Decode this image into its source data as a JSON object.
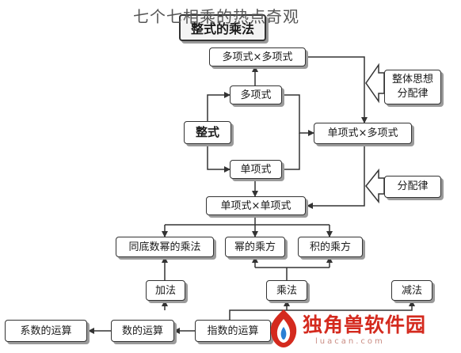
{
  "overlay_title": "七个七相乘的热点奇观",
  "title": "整式的乘法",
  "nodes": {
    "poly_poly": "多项式×多项式",
    "poly": "多项式",
    "zhengshi": "整式",
    "mono": "单项式",
    "mono_poly": "单项式×多项式",
    "mono_mono": "单项式×单项式",
    "same_base": "同底数幂的乘法",
    "power_power": "幂的乘方",
    "product_power": "积的乘方",
    "add": "加法",
    "mult": "乘法",
    "sub": "减法",
    "coef_op": "系数的运算",
    "num_op": "数的运算",
    "exp_op": "指数的运算"
  },
  "hints": {
    "top_line1": "整体思想",
    "top_line2": "分配律",
    "bottom": "分配律"
  },
  "watermark": {
    "text": "独角兽软件园",
    "sub": "luacan.com"
  },
  "colors": {
    "line": "#333333",
    "watermark": "#d42a1e"
  }
}
